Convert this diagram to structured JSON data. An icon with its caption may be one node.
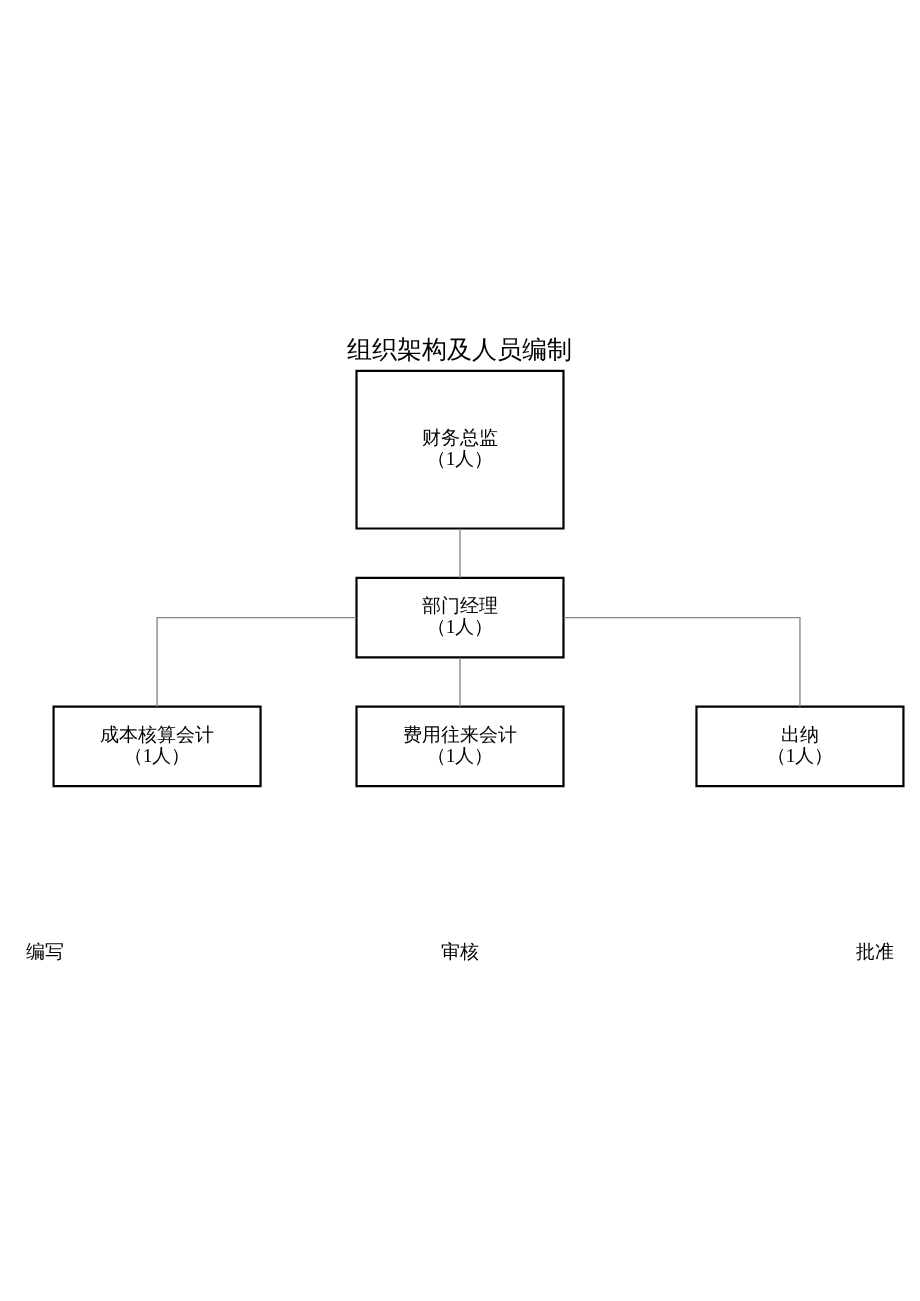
{
  "diagram": {
    "title": "组织架构及人员编制",
    "nodes": [
      {
        "text": [
          "财务总监",
          "（1人）"
        ]
      },
      {
        "text": [
          "部门经理",
          "（1人）"
        ]
      },
      {
        "text": [
          "成本核算会计",
          "（1人）"
        ]
      },
      {
        "text": [
          "费用往来会计",
          "（1人）"
        ]
      },
      {
        "text": [
          "出纳",
          "（1人）"
        ]
      }
    ],
    "edges": [
      {
        "from": 0,
        "to": 1,
        "arrow": "none"
      },
      {
        "from": 1,
        "to": 2,
        "arrow": "none"
      },
      {
        "from": 1,
        "to": 3,
        "arrow": "none"
      },
      {
        "from": 1,
        "to": 4,
        "arrow": "none"
      }
    ],
    "labels": [
      "编写",
      "审核",
      "批准"
    ]
  }
}
